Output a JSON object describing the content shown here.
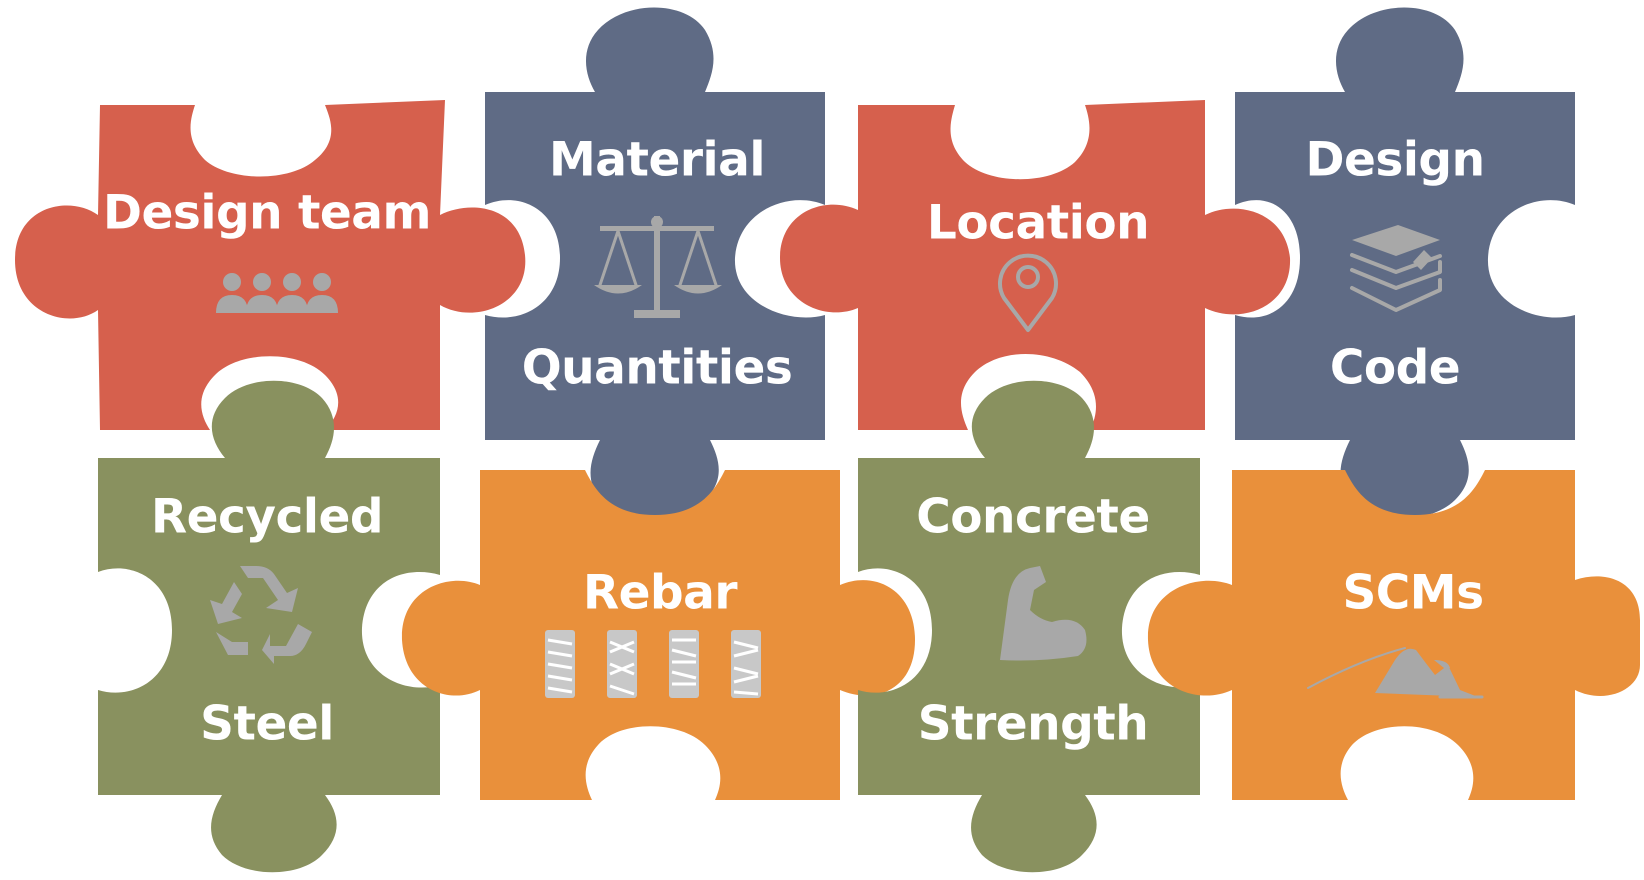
{
  "colors": {
    "red": "#d6604d",
    "slate": "#5f6b85",
    "olive": "#89915f",
    "orange": "#e9903b",
    "icon": "#a8a8a8",
    "text": "#ffffff"
  },
  "pieces": [
    {
      "id": "design-team",
      "color": "red",
      "lines": [
        "Design team"
      ],
      "icon": "people-icon"
    },
    {
      "id": "material-quantities",
      "color": "slate",
      "lines": [
        "Material",
        "Quantities"
      ],
      "icon": "scales-icon"
    },
    {
      "id": "location",
      "color": "red",
      "lines": [
        "Location"
      ],
      "icon": "map-pin-icon"
    },
    {
      "id": "design-code",
      "color": "slate",
      "lines": [
        "Design",
        "Code"
      ],
      "icon": "books-icon"
    },
    {
      "id": "recycled-steel",
      "color": "olive",
      "lines": [
        "Recycled",
        "Steel"
      ],
      "icon": "recycle-icon"
    },
    {
      "id": "rebar",
      "color": "orange",
      "lines": [
        "Rebar"
      ],
      "icon": "rebar-icon"
    },
    {
      "id": "concrete-strength",
      "color": "olive",
      "lines": [
        "Concrete",
        "Strength"
      ],
      "icon": "muscle-arm-icon"
    },
    {
      "id": "scms",
      "color": "orange",
      "lines": [
        "SCMs"
      ],
      "icon": "powder-pile-icon"
    }
  ]
}
